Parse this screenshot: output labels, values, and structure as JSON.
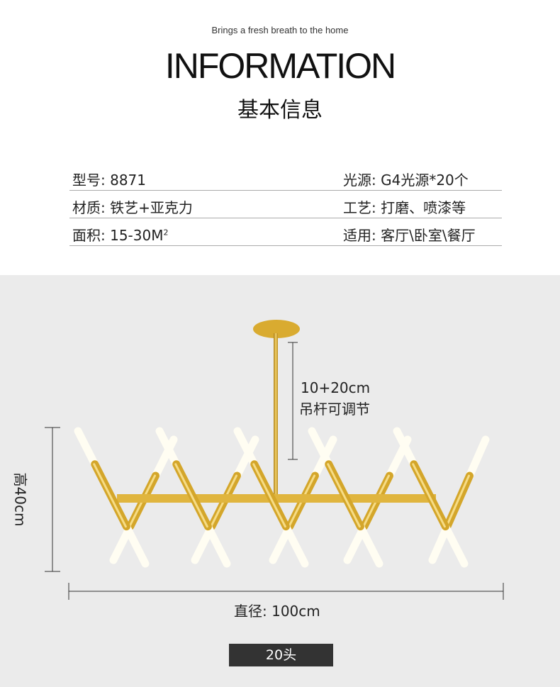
{
  "header": {
    "tagline": "Brings a fresh breath to the home",
    "title": "INFORMATION",
    "subtitle": "基本信息"
  },
  "specs": [
    {
      "left": "型号: 8871",
      "right": "光源: G4光源*20个"
    },
    {
      "left": "材质: 铁艺+亚克力",
      "right": "工艺: 打磨、喷漆等"
    },
    {
      "left": "面积: 15-30M",
      "left_sup": "2",
      "right": "适用: 客厅\\卧室\\餐厅"
    }
  ],
  "dimensions": {
    "rod_length": "10+20cm",
    "rod_note": "吊杆可调节",
    "height": "高40cm",
    "diameter": "直径: 100cm"
  },
  "badge": "20头",
  "colors": {
    "gold": "#d4a62a",
    "background": "#ebebeb",
    "badge": "#333333"
  }
}
